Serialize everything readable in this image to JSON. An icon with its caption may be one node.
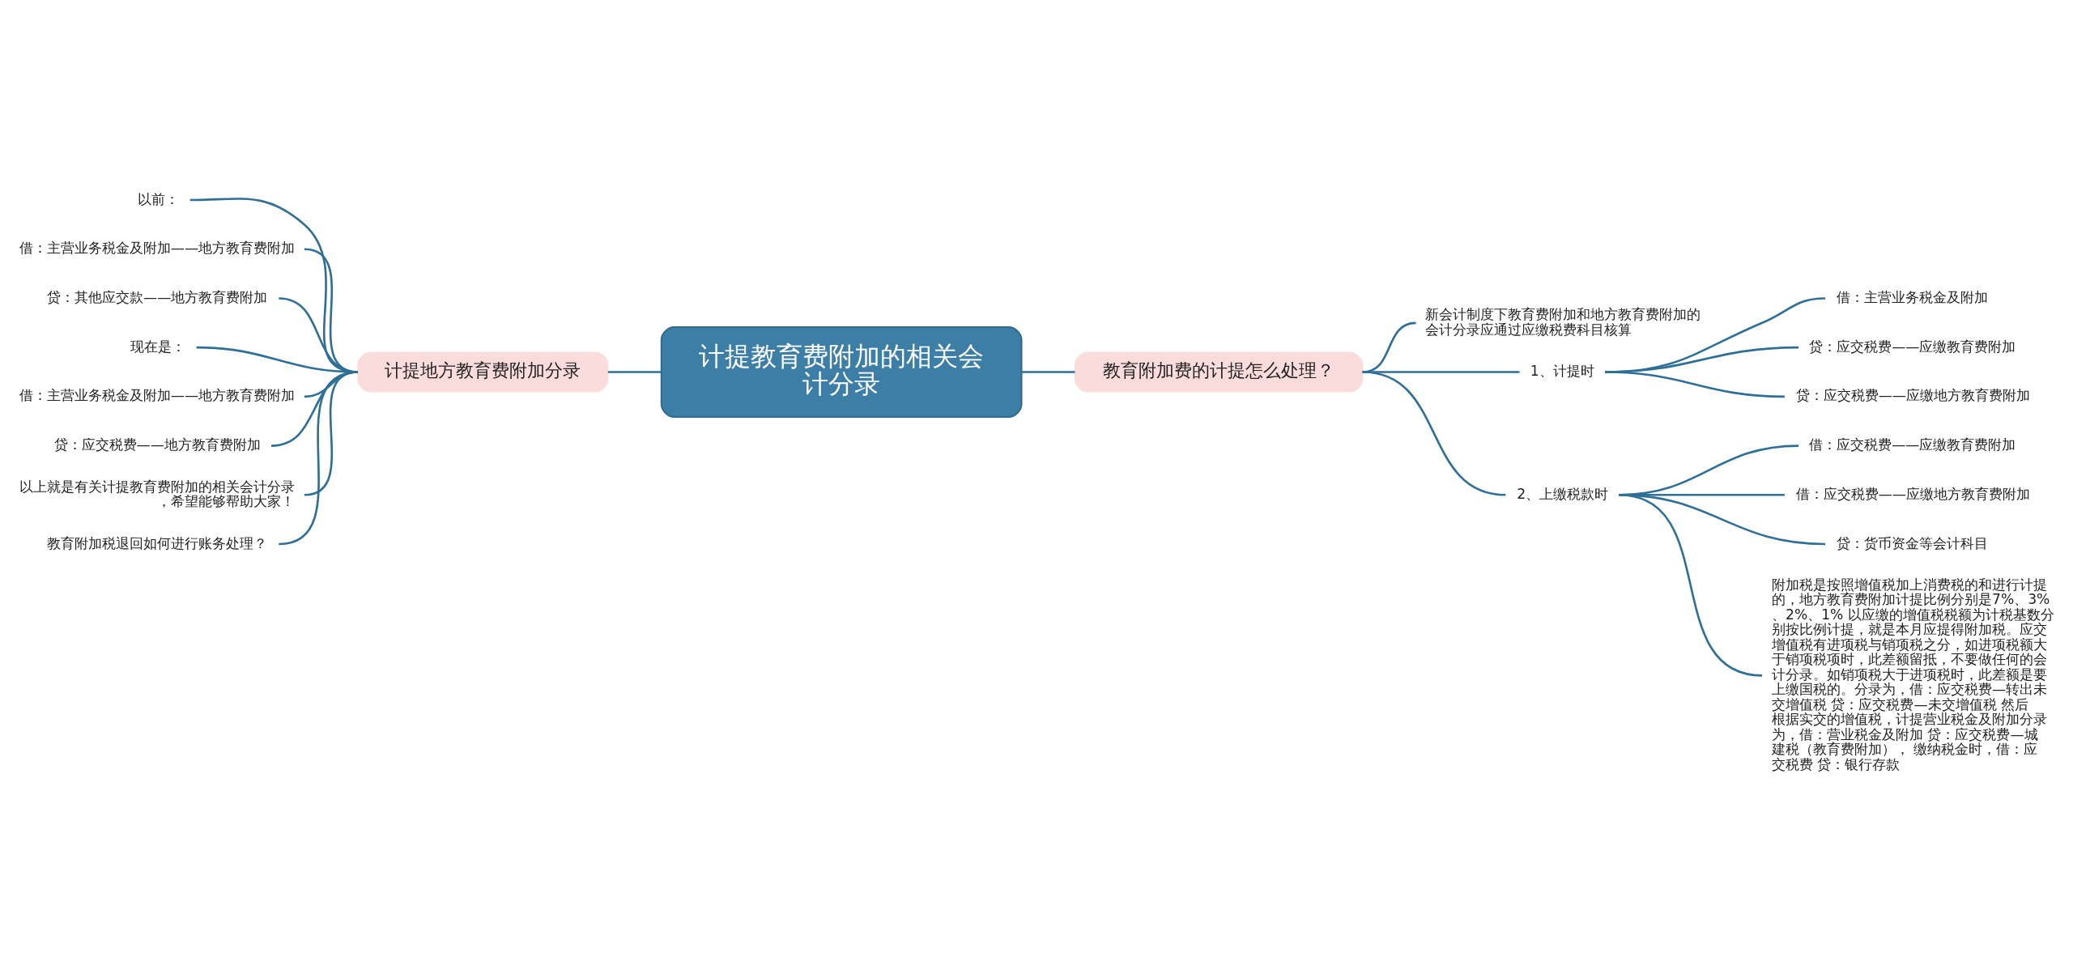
{
  "diagram": {
    "nodes": [
      {
        "text": [
          "计提教育费附加的相关会计分录"
        ]
      },
      {
        "text": [
          "计提地方教育费附加分录"
        ]
      },
      {
        "text": [
          "以前："
        ]
      },
      {
        "text": [
          "借：主营业务税金及附加——地方教育费附加"
        ]
      },
      {
        "text": [
          "贷：其他应交款——地方教育费附加"
        ]
      },
      {
        "text": [
          "现在是："
        ]
      },
      {
        "text": [
          "借：主营业务税金及附加——地方教育费附加"
        ]
      },
      {
        "text": [
          "贷：应交税费——地方教育费附加"
        ]
      },
      {
        "text": [
          "以上就是有关计提教育费附加的相关会计分录，希望能够帮助大家！"
        ]
      },
      {
        "text": [
          "教育附加税退回如何进行账务处理？"
        ]
      },
      {
        "text": [
          "教育附加费的计提怎么处理？"
        ]
      },
      {
        "text": [
          "新会计制度下教育费附加和地方教育费附加的会计分录应通过应缴税费科目核算"
        ]
      },
      {
        "text": [
          "1、计提时"
        ]
      },
      {
        "text": [
          "借：主营业务税金及附加"
        ]
      },
      {
        "text": [
          "贷：应交税费——应缴教育费附加"
        ]
      },
      {
        "text": [
          "贷：应交税费——应缴地方教育费附加"
        ]
      },
      {
        "text": [
          "2、上缴税款时"
        ]
      },
      {
        "text": [
          "借：应交税费——应缴教育费附加"
        ]
      },
      {
        "text": [
          "借：应交税费——应缴地方教育费附加"
        ]
      },
      {
        "text": [
          "贷：货币资金等会计科目"
        ]
      },
      {
        "text": [
          "附加税是按照增值税加上消费税的和进行计提的，地方教育费附加计提比例分别是7%、3%、2%、1% 以应缴的增值税税额为计税基数分别按比例计提，就是本月应提得附加税。应交增值税有进项税与销项税之分，如进项税额大于销项税项时，此差额留抵，不要做任何的会计分录。如销项税大于进项税时，此差额是要上缴国税的。分录为，借：应交税费—转出未交增值税 贷：应交税费—未交增值税 然后根据实交的增值税，计提营业税金及附加分录为，借：营业税金及附加 贷：应交税费—城建税（教育费附加）， 缴纳税金时，借：应交税费 贷：银行存款"
        ]
      }
    ],
    "edges": [
      {
        "from": 1,
        "to": 0,
        "arrow": "none"
      },
      {
        "from": 2,
        "to": 1,
        "arrow": "none"
      },
      {
        "from": 3,
        "to": 1,
        "arrow": "none"
      },
      {
        "from": 4,
        "to": 1,
        "arrow": "none"
      },
      {
        "from": 5,
        "to": 1,
        "arrow": "none"
      },
      {
        "from": 6,
        "to": 1,
        "arrow": "none"
      },
      {
        "from": 7,
        "to": 1,
        "arrow": "none"
      },
      {
        "from": 8,
        "to": 1,
        "arrow": "none"
      },
      {
        "from": 9,
        "to": 1,
        "arrow": "none"
      },
      {
        "from": 0,
        "to": 10,
        "arrow": "none"
      },
      {
        "from": 10,
        "to": 11,
        "arrow": "none"
      },
      {
        "from": 10,
        "to": 12,
        "arrow": "none"
      },
      {
        "from": 10,
        "to": 16,
        "arrow": "none"
      },
      {
        "from": 12,
        "to": 13,
        "arrow": "none"
      },
      {
        "from": 12,
        "to": 14,
        "arrow": "none"
      },
      {
        "from": 12,
        "to": 15,
        "arrow": "none"
      },
      {
        "from": 16,
        "to": 17,
        "arrow": "none"
      },
      {
        "from": 16,
        "to": 18,
        "arrow": "none"
      },
      {
        "from": 16,
        "to": 19,
        "arrow": "none"
      },
      {
        "from": 16,
        "to": 20,
        "arrow": "none"
      }
    ]
  }
}
